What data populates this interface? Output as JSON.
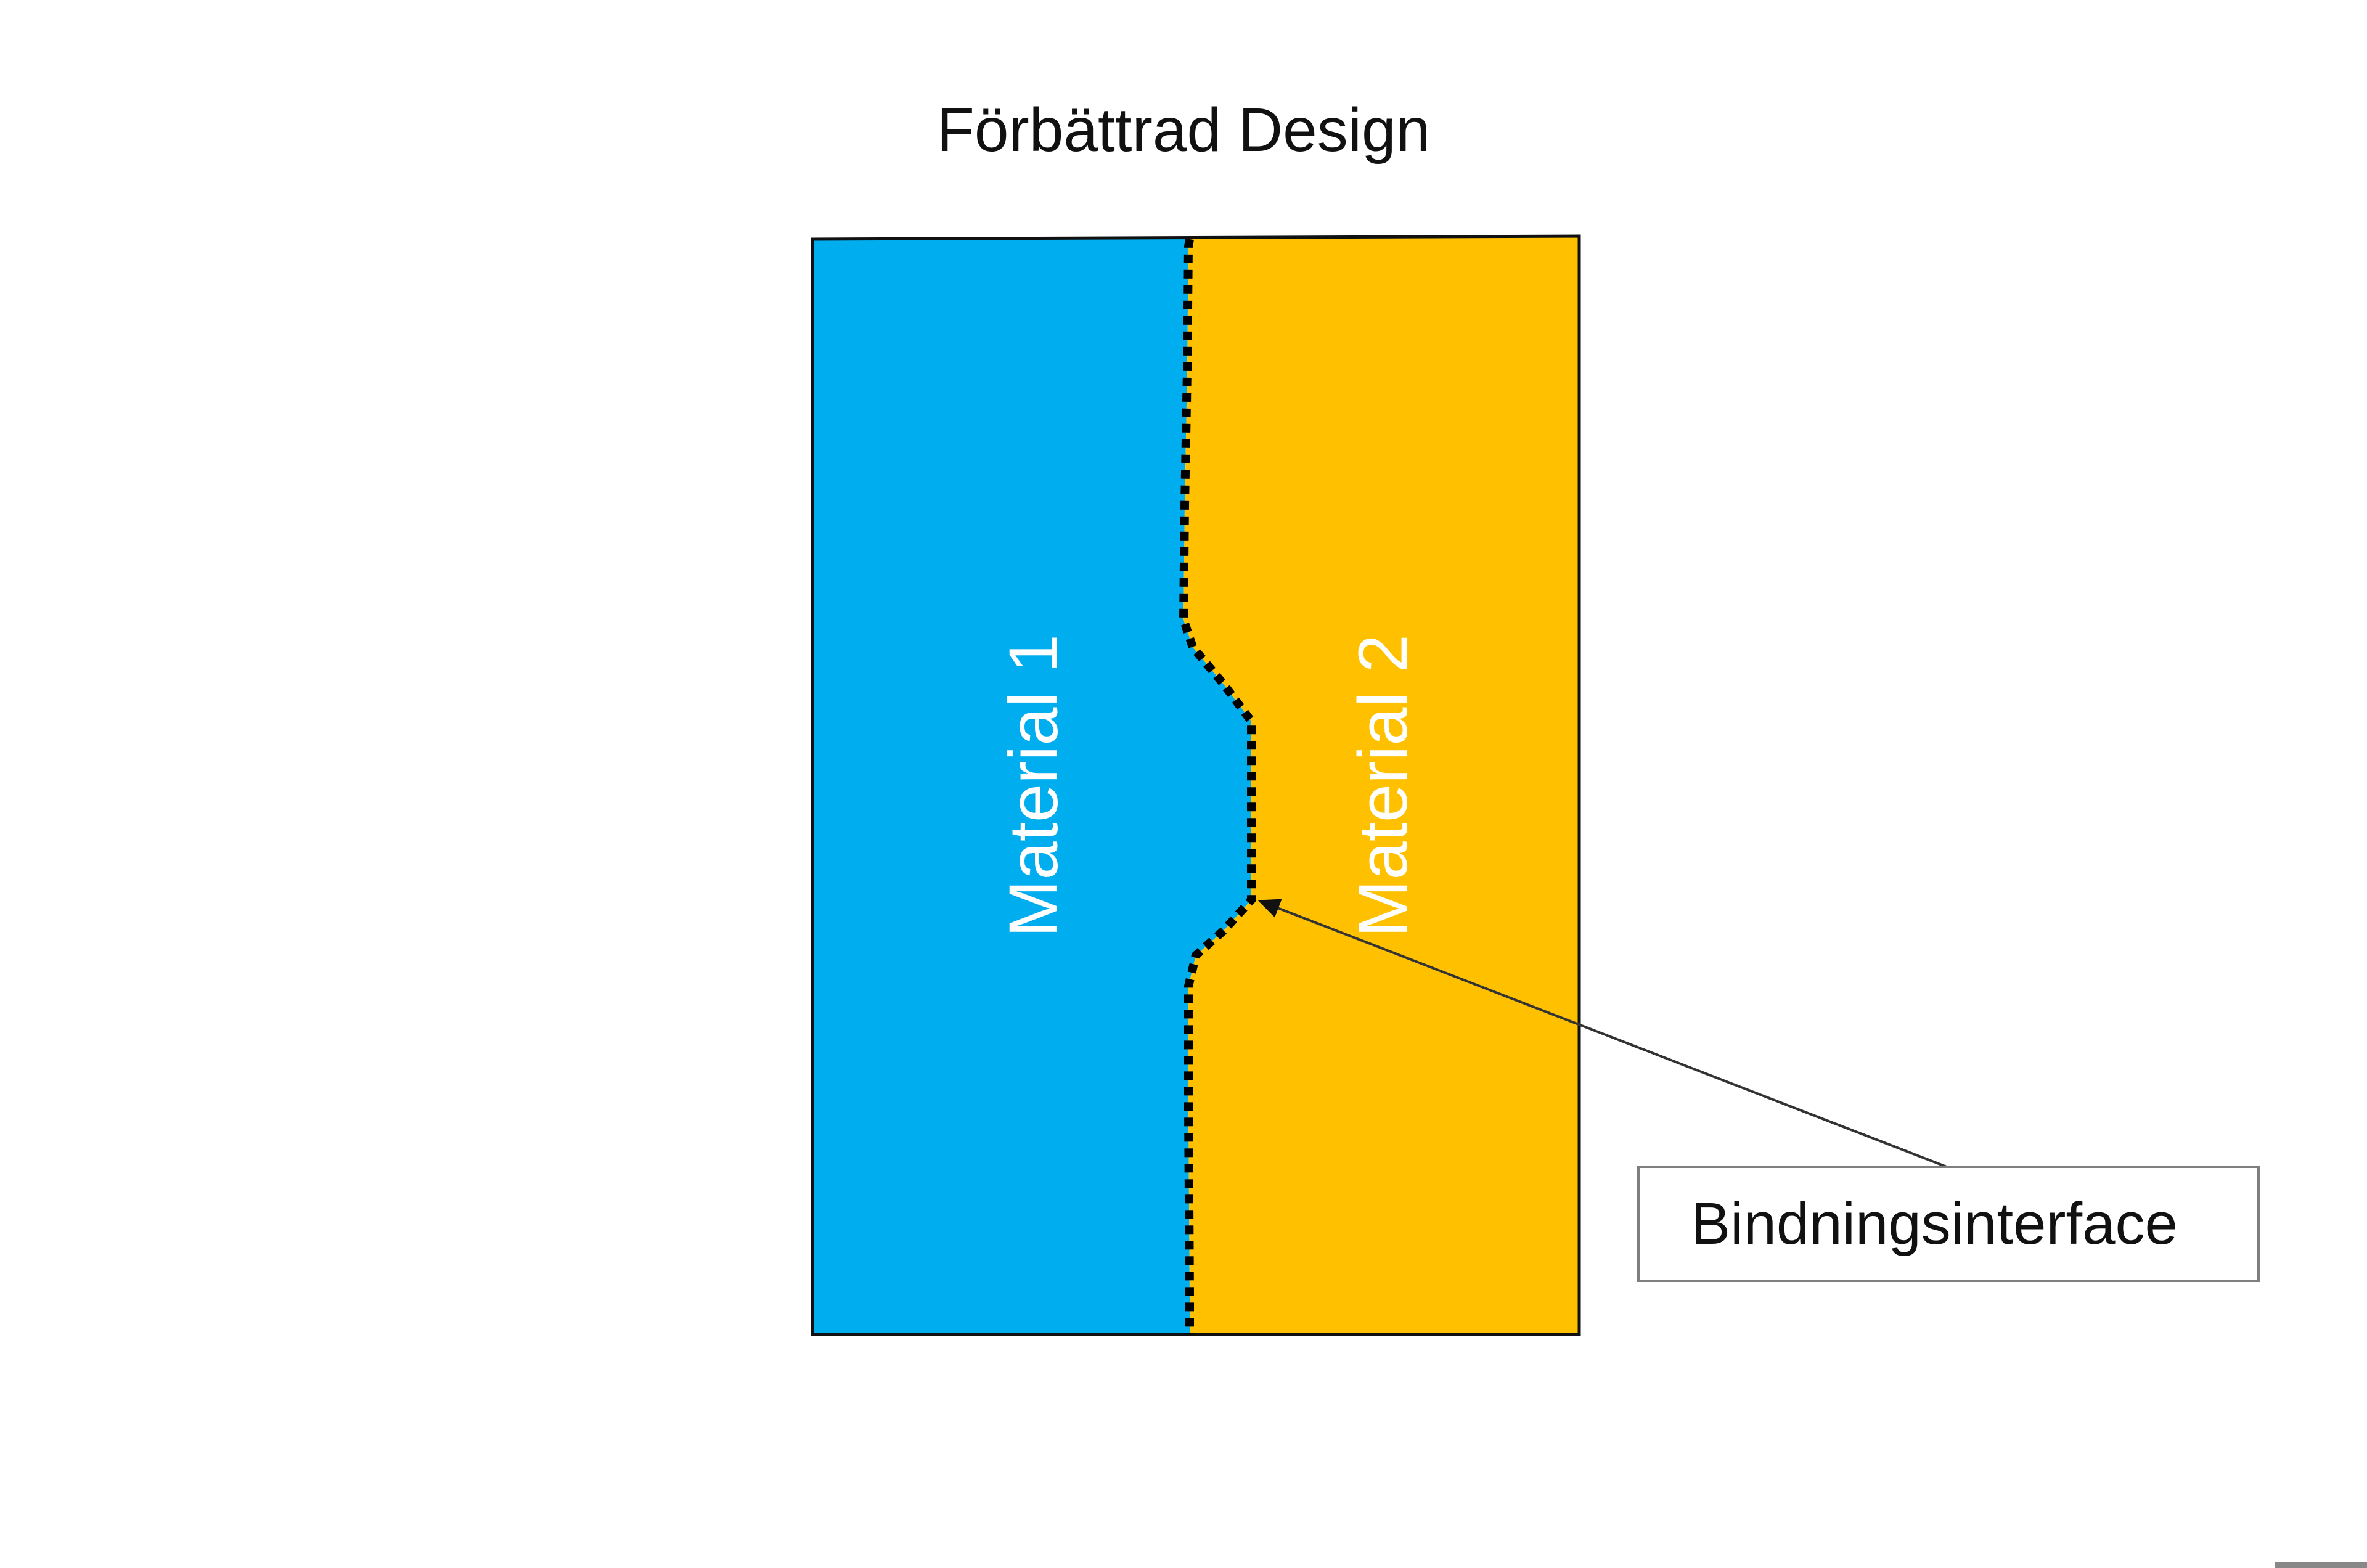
{
  "title": "Förbättrad Design",
  "materials": [
    {
      "label": "Material 1",
      "color": "#00aeef"
    },
    {
      "label": "Material 2",
      "color": "#ffc000"
    }
  ],
  "callout": {
    "label": "Bindningsinterface"
  },
  "colors": {
    "outline": "#111111",
    "interface_dots": "#000000",
    "callout_border": "#7f7f7f",
    "leader_line": "#333333"
  }
}
